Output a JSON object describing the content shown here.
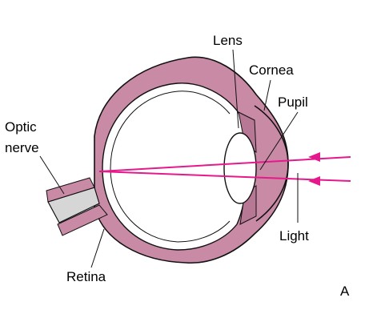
{
  "labels": {
    "lens": "Lens",
    "cornea": "Cornea",
    "pupil": "Pupil",
    "optic_nerve_line1": "Optic",
    "optic_nerve_line2": "nerve",
    "light": "Light",
    "retina": "Retina",
    "panel": "A"
  },
  "colors": {
    "eye_wall": "#c98aa5",
    "inner_layer": "#b77895",
    "light_ray": "#e5198b",
    "nerve": "#d6d6d6",
    "outline": "#111111",
    "background": "#ffffff"
  }
}
